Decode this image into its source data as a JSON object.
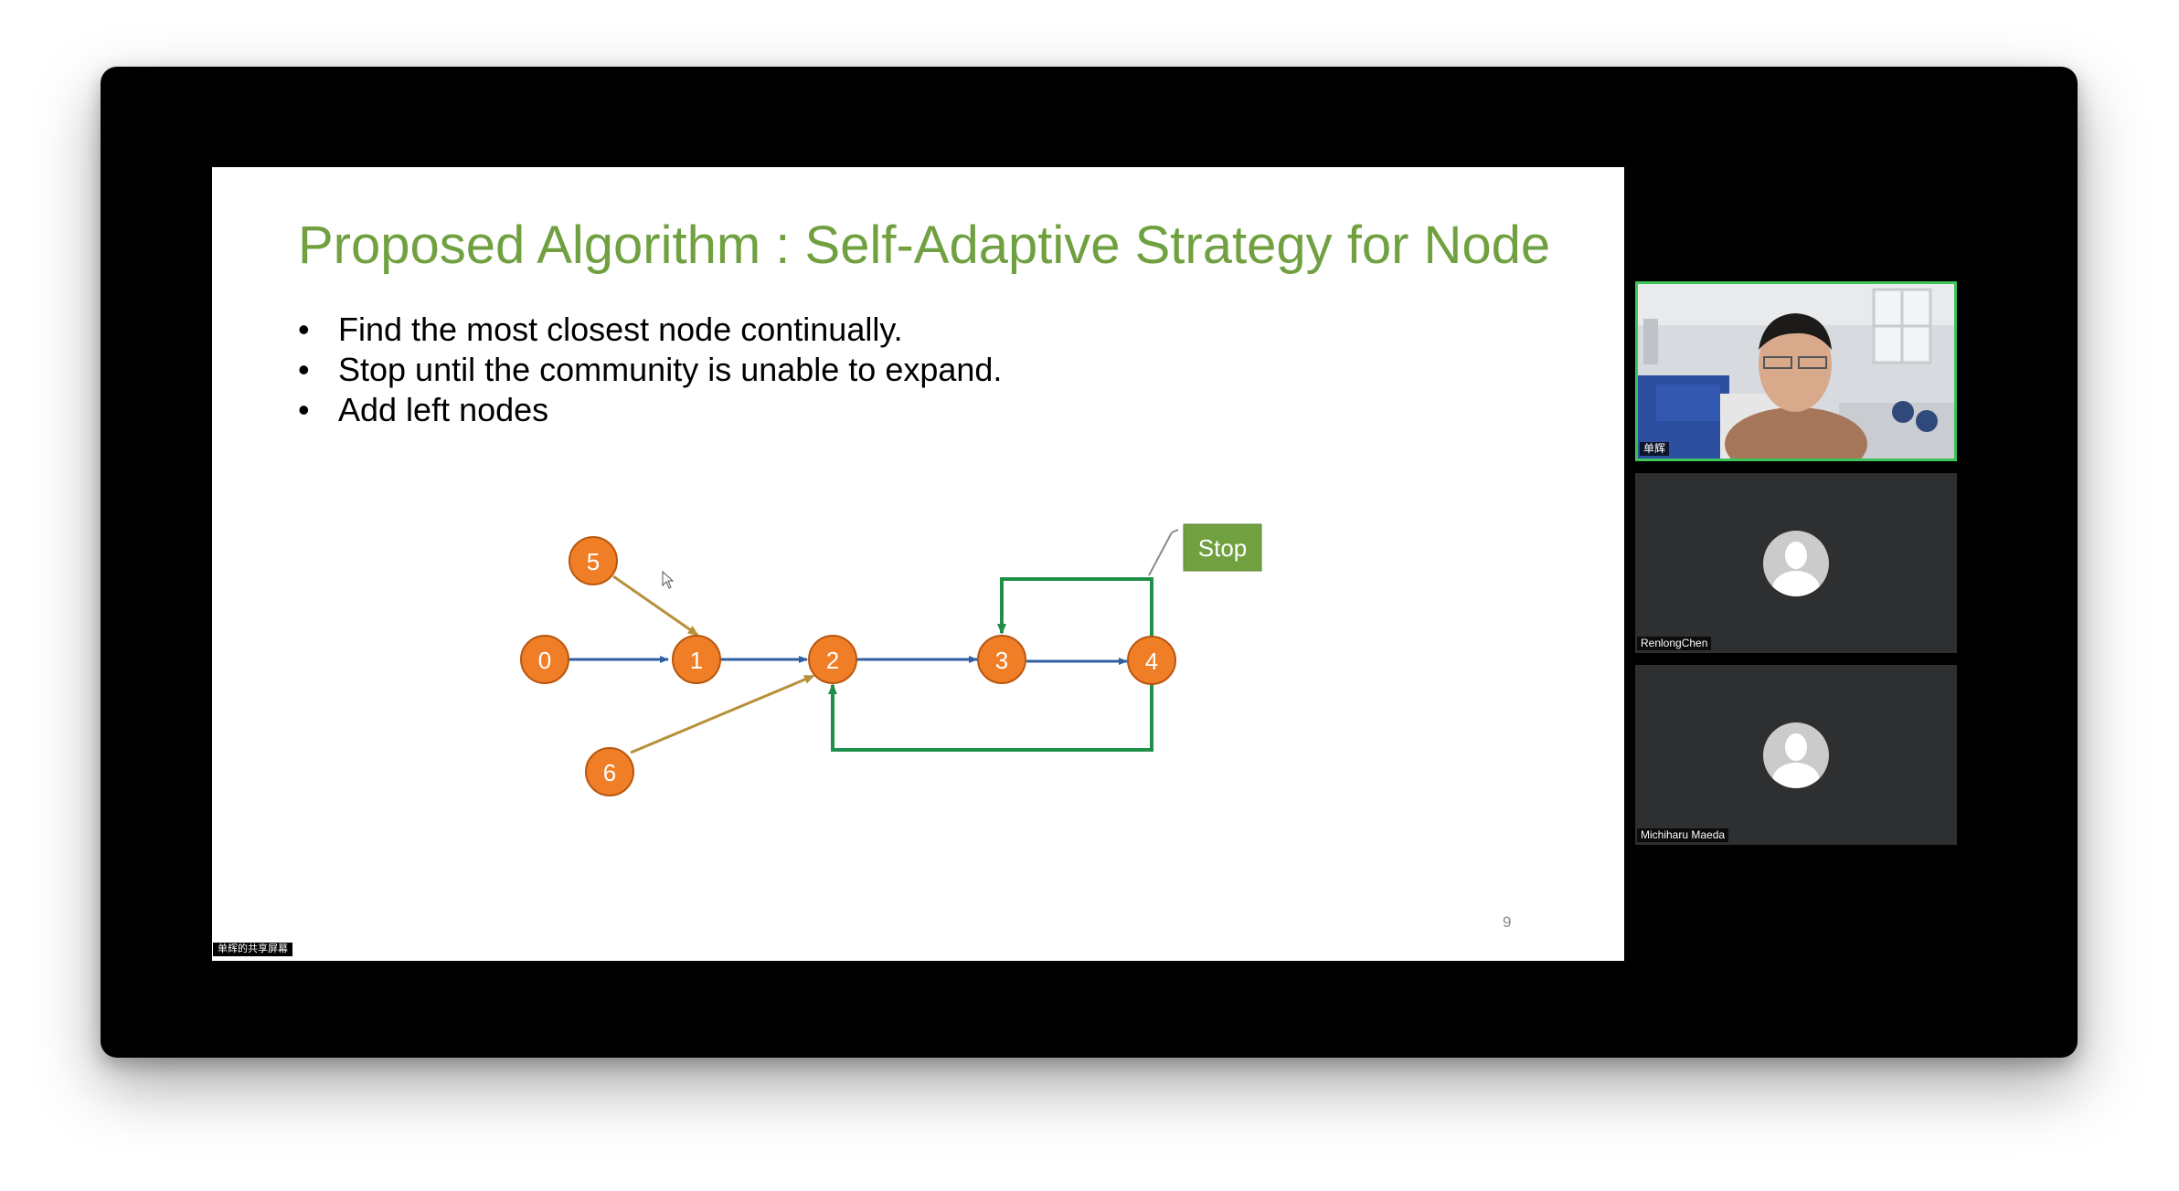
{
  "slide": {
    "title": "Proposed Algorithm : Self-Adaptive Strategy for Node",
    "bullet_symbol": "•",
    "bullets": [
      "Find the most closest node continually.",
      "Stop until the community is unable to expand.",
      "Add left nodes"
    ],
    "page_number": "9",
    "title_color": "#70a040"
  },
  "diagram": {
    "nodes": [
      "0",
      "1",
      "2",
      "3",
      "4",
      "5",
      "6"
    ],
    "stop_label": "Stop",
    "node_color": "#f07e26",
    "blue_edge_color": "#2f5fa0",
    "green_edge_color": "#1f8f4a",
    "gold_edge_color": "#b8903a",
    "stop_color": "#70a040"
  },
  "share_label": "单辉的共享屏幕",
  "participants": [
    {
      "name": "单辉",
      "video": true
    },
    {
      "name": "RenlongChen",
      "video": false
    },
    {
      "name": "Michiharu Maeda",
      "video": false
    }
  ],
  "colors": {
    "active_speaker_border": "#3cc35a",
    "tile_background": "#2d2f31"
  }
}
